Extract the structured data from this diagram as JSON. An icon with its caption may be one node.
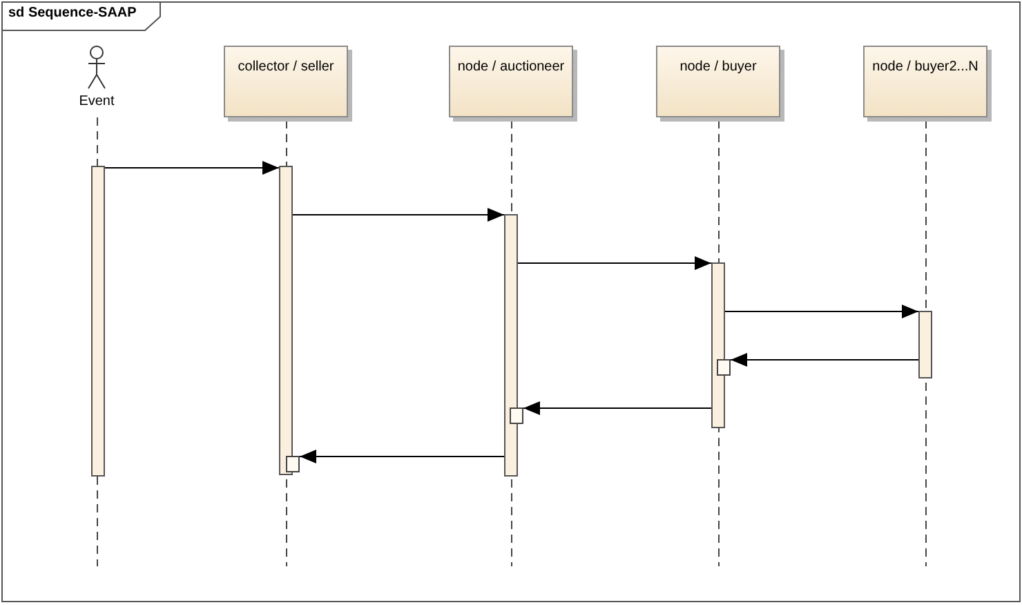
{
  "diagram": {
    "title": "sd Sequence-SAAP",
    "nodes": [
      {
        "text": [
          "Event"
        ]
      },
      {
        "text": [
          "collector / seller"
        ]
      },
      {
        "text": [
          "node / auctioneer"
        ]
      },
      {
        "text": [
          "node / buyer"
        ]
      },
      {
        "text": [
          "node / buyer2...N"
        ]
      },
      {
        "text": [],
        "shape": "bar"
      },
      {
        "text": [],
        "shape": "bar"
      },
      {
        "text": [],
        "shape": "bar"
      },
      {
        "text": [],
        "shape": "bar"
      },
      {
        "text": [],
        "shape": "bar"
      },
      {
        "text": [],
        "shape": "box"
      },
      {
        "text": [],
        "shape": "box"
      },
      {
        "text": [],
        "shape": "box"
      }
    ],
    "edges": [
      {
        "from": 5,
        "to": 6,
        "arrow": "to"
      },
      {
        "from": 6,
        "to": 7,
        "arrow": "to"
      },
      {
        "from": 7,
        "to": 8,
        "arrow": "to"
      },
      {
        "from": 8,
        "to": 9,
        "arrow": "to"
      },
      {
        "from": 9,
        "to": 10,
        "arrow": "to"
      },
      {
        "from": 8,
        "to": 11,
        "arrow": "to"
      },
      {
        "from": 7,
        "to": 12,
        "arrow": "to"
      }
    ]
  }
}
